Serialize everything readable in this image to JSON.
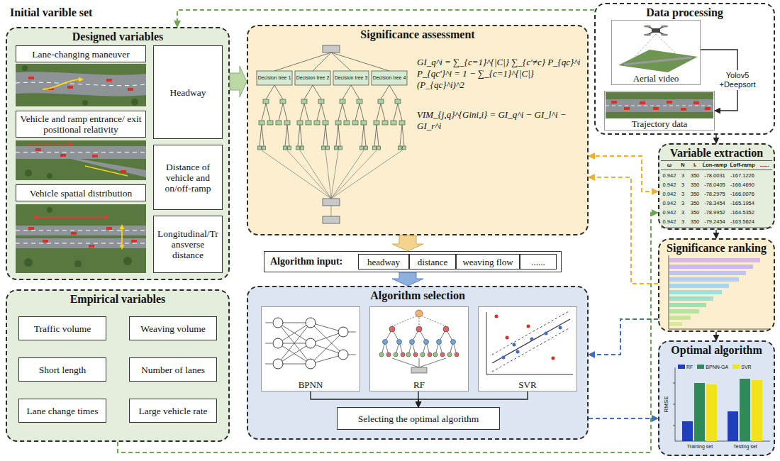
{
  "diagram": {
    "nodes": [
      {
        "text": [
          "Designed variables"
        ]
      },
      {
        "text": [
          "Lane-changing maneuver"
        ],
        "in": 0
      },
      {
        "text": [
          "Headway"
        ],
        "in": 0
      },
      {
        "text": [
          "Vehicle and ramp entrance/ exit positional relativity"
        ],
        "in": 0
      },
      {
        "text": [
          "Distance of vehicle and on/off-ramp"
        ],
        "in": 0
      },
      {
        "text": [
          "Vehicle spatial distribution"
        ],
        "in": 0
      },
      {
        "text": [
          "Longitudinal/Transverse distance"
        ],
        "in": 0
      },
      {
        "text": [
          "Empirical variables"
        ]
      },
      {
        "text": [
          "Traffic volume"
        ],
        "in": 7
      },
      {
        "text": [
          "Weaving volume"
        ],
        "in": 7
      },
      {
        "text": [
          "Short length"
        ],
        "in": 7
      },
      {
        "text": [
          "Number of lanes"
        ],
        "in": 7
      },
      {
        "text": [
          "Lane change times"
        ],
        "in": 7
      },
      {
        "text": [
          "Large vehicle rate"
        ],
        "in": 7
      },
      {
        "text": [
          "Significance assessment",
          "GI_q^i = ∑_{c=1}^{|C|} ∑_{c′≠c} P_{qc}^i P_{qc′}^i = 1 − ∑_{c=1}^{|C|} (P_{qc}^i)^2",
          "VIM_{j,q}^{Gini,i} = GI_q^i − GI_l^i − GI_r^i"
        ]
      },
      {
        "text": [
          "Algorithm input:"
        ]
      },
      {
        "text": [
          "headway"
        ],
        "in": 15
      },
      {
        "text": [
          "distance"
        ],
        "in": 15
      },
      {
        "text": [
          "weaving flow"
        ],
        "in": 15
      },
      {
        "text": [
          "......"
        ],
        "in": 15
      },
      {
        "text": [
          "Algorithm selection"
        ]
      },
      {
        "text": [
          "BPNN"
        ],
        "in": 20
      },
      {
        "text": [
          "RF"
        ],
        "in": 20
      },
      {
        "text": [
          "SVR"
        ],
        "in": 20
      },
      {
        "text": [
          "Selecting the optimal algorithm"
        ],
        "in": 20
      },
      {
        "text": [
          "Data processing"
        ]
      },
      {
        "text": [
          "Aerial video"
        ],
        "in": 25
      },
      {
        "text": [
          "Trajectory data"
        ],
        "in": 25
      },
      {
        "text": [
          "Variable extraction"
        ]
      },
      {
        "text": [
          "Significance ranking"
        ]
      },
      {
        "text": [
          "Optimal algorithm"
        ]
      }
    ],
    "edges": [
      {
        "from": 0,
        "to": 14,
        "arrow": "to"
      },
      {
        "from": 14,
        "to": 15,
        "arrow": "to"
      },
      {
        "from": 15,
        "to": 20,
        "arrow": "to"
      },
      {
        "from": 21,
        "to": 24,
        "arrow": "to"
      },
      {
        "from": 22,
        "to": 24,
        "arrow": "to"
      },
      {
        "from": 23,
        "to": 24,
        "arrow": "to"
      },
      {
        "from": 26,
        "to": 27,
        "label": "Yolov5 +Deepsort",
        "arrow": "to"
      },
      {
        "from": 25,
        "to": 28,
        "arrow": "to"
      },
      {
        "from": 28,
        "to": 29,
        "arrow": "to"
      },
      {
        "from": 29,
        "to": 30,
        "arrow": "to"
      },
      {
        "from": 25,
        "to": 0,
        "arrow": "to"
      },
      {
        "from": 7,
        "to": 28,
        "arrow": "to"
      },
      {
        "from": 14,
        "to": 28,
        "arrow": "both"
      },
      {
        "from": 29,
        "to": 14,
        "arrow": "to"
      },
      {
        "from": 29,
        "to": 20,
        "arrow": "to"
      },
      {
        "from": 20,
        "to": 30,
        "arrow": "to"
      }
    ],
    "labels": [
      "Initial varible set",
      "Decision tree 1",
      "Decision tree 2",
      "Decision tree 3",
      "Decision tree 4",
      "ω",
      "N",
      "lᵣ",
      "L̄on-ramp",
      "L̄off-ramp",
      "......",
      "0.942",
      "3",
      "350",
      "-78.0031",
      "-167.1226",
      "0.942",
      "3",
      "350",
      "-78.0405",
      "-166.4690",
      "0.942",
      "3",
      "350",
      "-78.2975",
      "-166.0076",
      "0.942",
      "3",
      "350",
      "-78.3454",
      "-165.1954",
      "0.942",
      "3",
      "350",
      "-78.9952",
      "-164.5352",
      "0.942",
      "3",
      "350",
      "-79.2454",
      "-163.5624",
      "RMSE",
      "Training set",
      "Testing set"
    ],
    "legend": [
      {
        "text": "RF",
        "color": "#1f3fbf"
      },
      {
        "text": "BPNN-GA",
        "color": "#2e8b57"
      },
      {
        "text": "SVR",
        "color": "#f2e41a"
      }
    ]
  }
}
